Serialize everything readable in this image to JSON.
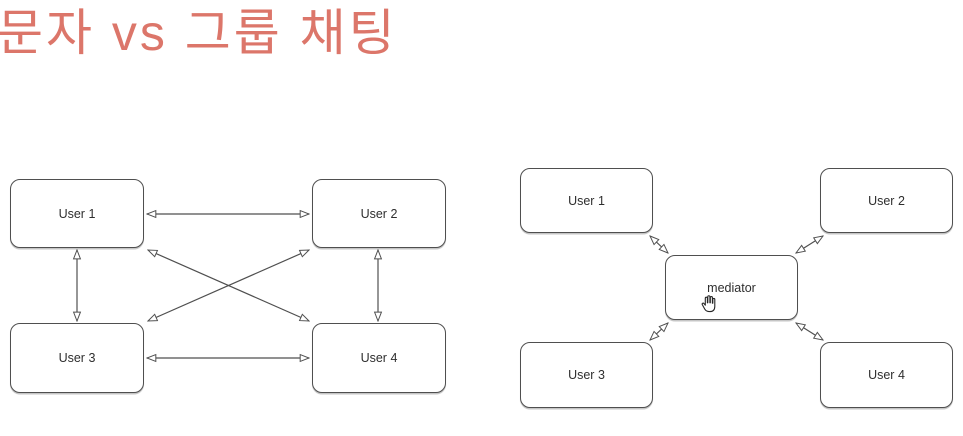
{
  "title": {
    "text": "문자 vs 그룹 채팅"
  },
  "diagrams": {
    "left": {
      "name": "direct-messaging-full-mesh",
      "nodes": [
        {
          "id": "user1",
          "label": "User 1"
        },
        {
          "id": "user2",
          "label": "User 2"
        },
        {
          "id": "user3",
          "label": "User 3"
        },
        {
          "id": "user4",
          "label": "User 4"
        }
      ],
      "edges": [
        {
          "from": "user1",
          "to": "user2",
          "bidirectional": true
        },
        {
          "from": "user3",
          "to": "user4",
          "bidirectional": true
        },
        {
          "from": "user1",
          "to": "user3",
          "bidirectional": true
        },
        {
          "from": "user2",
          "to": "user4",
          "bidirectional": true
        },
        {
          "from": "user1",
          "to": "user4",
          "bidirectional": true
        },
        {
          "from": "user2",
          "to": "user3",
          "bidirectional": true
        }
      ]
    },
    "right": {
      "name": "group-chat-mediator-star",
      "nodes": [
        {
          "id": "user1",
          "label": "User 1"
        },
        {
          "id": "user2",
          "label": "User 2"
        },
        {
          "id": "mediator",
          "label": "mediator"
        },
        {
          "id": "user3",
          "label": "User 3"
        },
        {
          "id": "user4",
          "label": "User 4"
        }
      ],
      "edges": [
        {
          "from": "user1",
          "to": "mediator",
          "bidirectional": true
        },
        {
          "from": "user2",
          "to": "mediator",
          "bidirectional": true
        },
        {
          "from": "user3",
          "to": "mediator",
          "bidirectional": true
        },
        {
          "from": "user4",
          "to": "mediator",
          "bidirectional": true
        }
      ]
    }
  },
  "cursor": {
    "icon": "grab-hand-cursor",
    "over": "mediator"
  },
  "style": {
    "arrowheads": "open-triangle-both-ends",
    "colors": {
      "accent_title": "#dc766a",
      "line": "#4f4f4f",
      "node_fill": "#ffffff",
      "node_text": "#2e2e2e",
      "background": "#ffffff"
    }
  }
}
